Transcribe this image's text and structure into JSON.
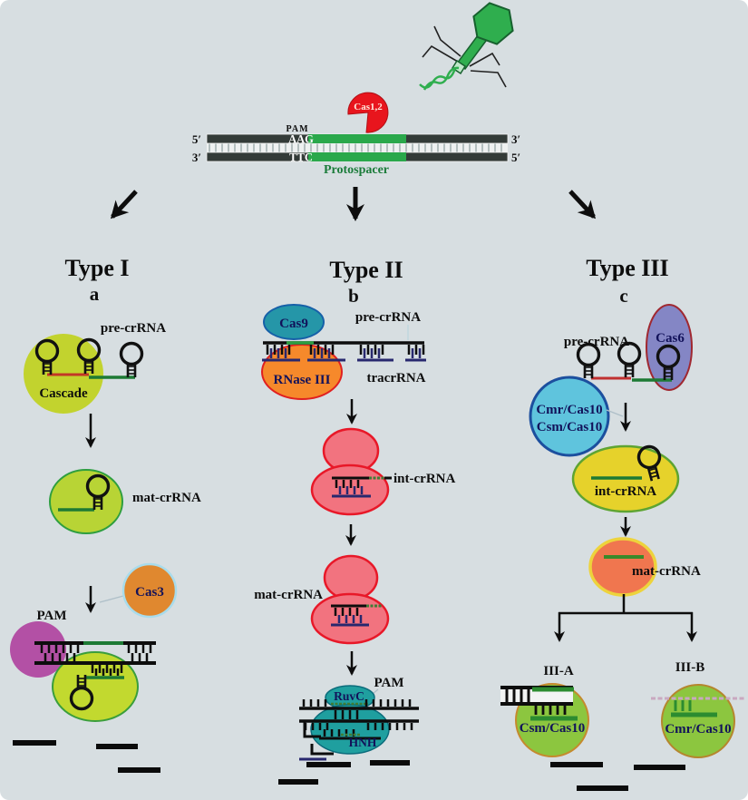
{
  "figure": {
    "acquisition": {
      "phage_icon": "bacteriophage-icon",
      "cas_complex_label": "Cas1,2",
      "pam_label": "PAM",
      "top_strand_left_end": "5′",
      "top_strand_right_end": "3′",
      "bottom_strand_left_end": "3′",
      "bottom_strand_right_end": "5′",
      "pam_sequence_top": "AAG",
      "pam_sequence_bottom": "TTC",
      "protospacer_label": "Protospacer"
    },
    "type_i": {
      "title": "Type I",
      "panel_letter": "a",
      "pre_crrna_label": "pre-crRNA",
      "cascade_label": "Cascade",
      "mat_crrna_label": "mat-crRNA",
      "cas3_label": "Cas3",
      "pam_label": "PAM"
    },
    "type_ii": {
      "title": "Type II",
      "panel_letter": "b",
      "cas9_label": "Cas9",
      "pre_crrna_label": "pre-crRNA",
      "rnase_iii_label": "RNase III",
      "tracrrna_label": "tracrRNA",
      "int_crrna_label": "int-crRNA",
      "mat_crrna_label": "mat-crRNA",
      "pam_label": "PAM",
      "ruvc_label": "RuvC",
      "hnh_label": "HNH"
    },
    "type_iii": {
      "title": "Type III",
      "panel_letter": "c",
      "pre_crrna_label": "pre-crRNA",
      "cas6_label": "Cas6",
      "complex_label_line1": "Cmr/Cas10",
      "complex_label_line2": "Csm/Cas10",
      "int_crrna_label": "int-crRNA",
      "mat_crrna_label": "mat-crRNA",
      "subtype_a_label": "III-A",
      "subtype_b_label": "III-B",
      "csm_cas10_label": "Csm/Cas10",
      "cmr_cas10_label": "Cmr/Cas10"
    },
    "colors": {
      "background": "#d7dee1",
      "phage_green": "#2fae4e",
      "cas12_red": "#e8151d",
      "dna_dark": "#333b38",
      "protospacer_green": "#2aa84b",
      "cascade_yellow_green": "#c2d32e",
      "mat_crrna_green": "#b8d435",
      "cas3_orange": "#e0882f",
      "pam_magenta": "#b350a5",
      "cas9_teal": "#2596a8",
      "rnase_orange": "#f6892b",
      "snowman_pink": "#f2737f",
      "effector_teal": "#1f9f9f",
      "cas6_purple": "#8486c5",
      "cmr_csm_blue": "#5fc4dd",
      "int_crrna_yellow": "#e6d22b",
      "mat_crrna_orange": "#f0764f",
      "subtype_green": "#8cc63f",
      "crrna_red": "#c23726",
      "crrna_green": "#1d7a34",
      "tracr_navy": "#28286e"
    }
  }
}
